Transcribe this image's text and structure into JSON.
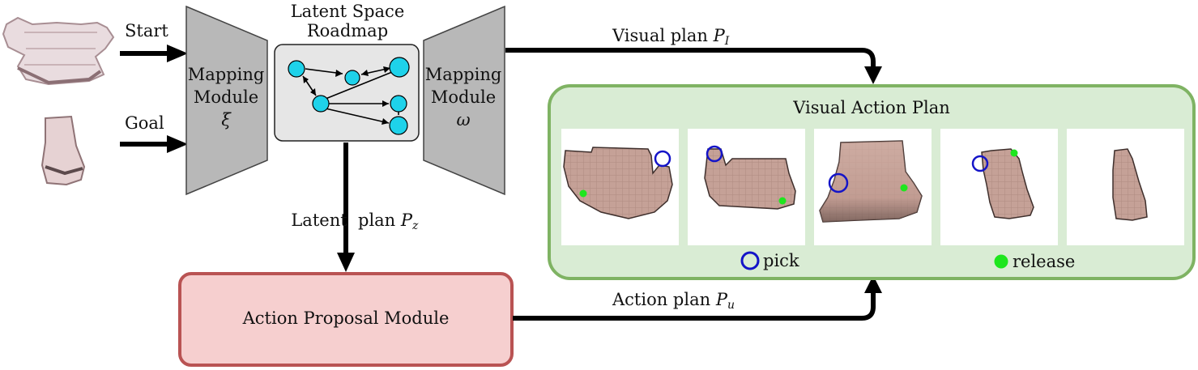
{
  "inputs": {
    "start_label": "Start",
    "goal_label": "Goal"
  },
  "mapping_left": {
    "line1": "Mapping",
    "line2": "Module",
    "symbol": "ξ"
  },
  "mapping_right": {
    "line1": "Mapping",
    "line2": "Module",
    "symbol": "ω"
  },
  "roadmap": {
    "title_line1": "Latent Space",
    "title_line2": "Roadmap"
  },
  "visual_plan_edge": {
    "text": "Visual plan ",
    "var": "P",
    "sub": "I"
  },
  "latent_plan_edge": {
    "text": "Latent  plan ",
    "var": "P",
    "sub": "z"
  },
  "action_plan_edge": {
    "text": "Action plan ",
    "var": "P",
    "sub": "u"
  },
  "action_module": {
    "label": "Action Proposal Module"
  },
  "visual_action_plan": {
    "title": "Visual Action Plan",
    "legend": {
      "pick": "pick",
      "release": "release"
    }
  },
  "colors": {
    "mapping_fill": "#b8b8b8",
    "roadmap_fill": "#e6e6e6",
    "node_fill": "#1ed2ea",
    "action_fill": "#f6cfcf",
    "action_border": "#b95353",
    "vap_fill": "#d9ecd4",
    "vap_border": "#7fb363",
    "pick_color": "#1414c8",
    "release_color": "#1ee61e",
    "cloth_color": "#c8a49a"
  }
}
